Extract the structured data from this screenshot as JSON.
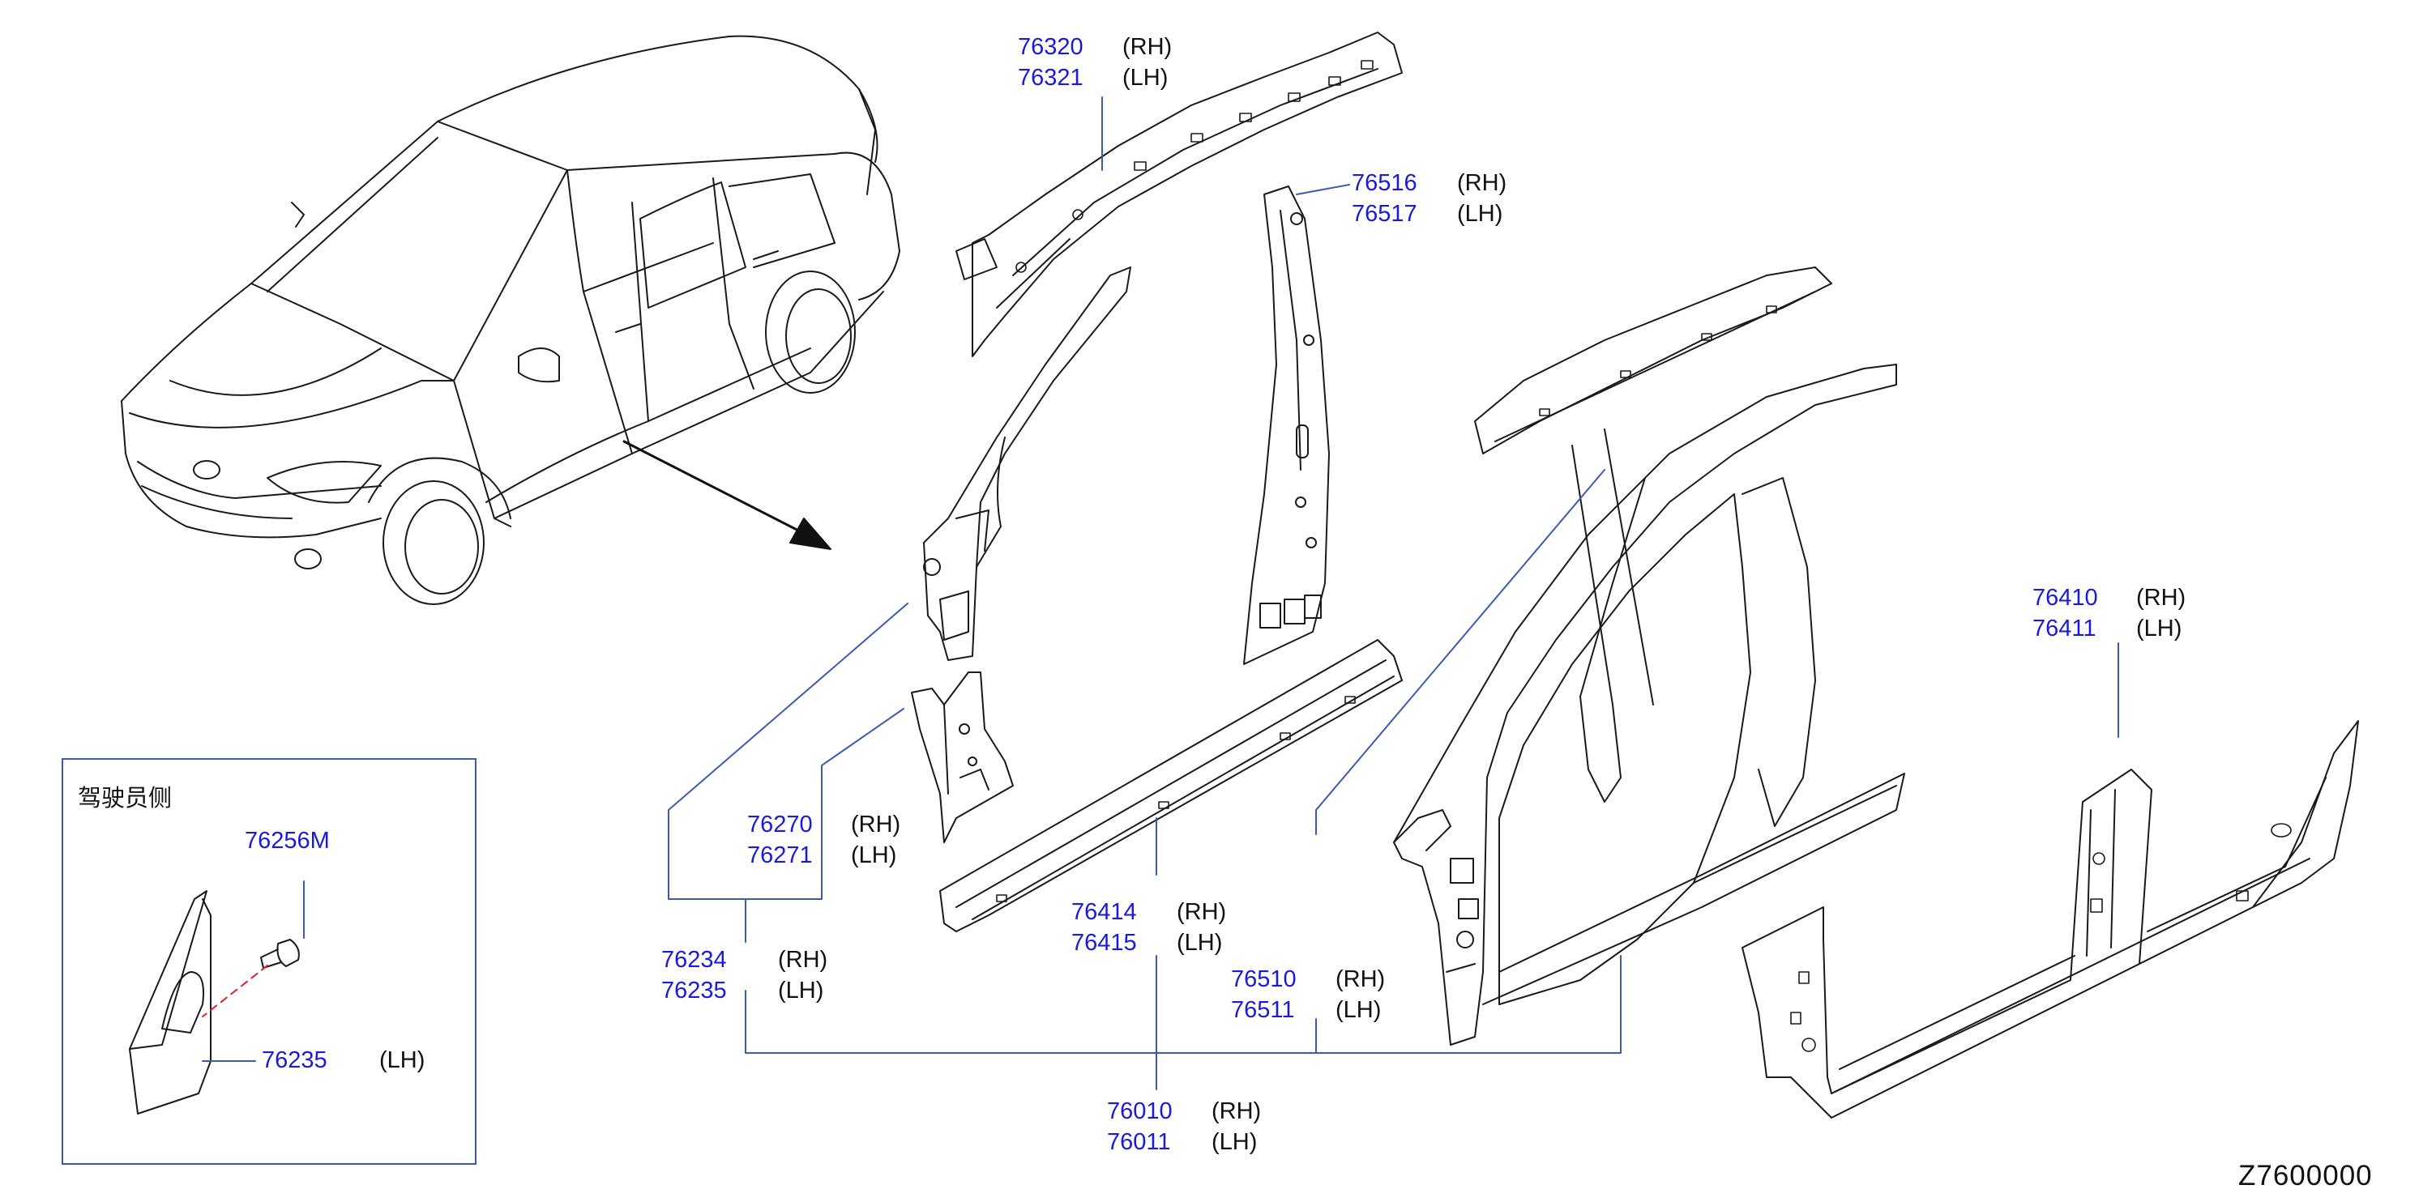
{
  "diagram_code": "Z7600000",
  "inset": {
    "title": "驾驶员侧"
  },
  "side_labels": {
    "rh": "(RH)",
    "lh": "(LH)"
  },
  "callouts": {
    "c76320": {
      "rh_part": "76320",
      "lh_part": "76321"
    },
    "c76516": {
      "rh_part": "76516",
      "lh_part": "76517"
    },
    "c76410": {
      "rh_part": "76410",
      "lh_part": "76411"
    },
    "c76270": {
      "rh_part": "76270",
      "lh_part": "76271"
    },
    "c76234": {
      "rh_part": "76234",
      "lh_part": "76235"
    },
    "c76414": {
      "rh_part": "76414",
      "lh_part": "76415"
    },
    "c76510": {
      "rh_part": "76510",
      "lh_part": "76511"
    },
    "c76010": {
      "rh_part": "76010",
      "lh_part": "76011"
    },
    "inset_clip": {
      "part": "76256M"
    },
    "inset_panel": {
      "part": "76235",
      "side": "(LH)"
    }
  },
  "colors": {
    "part_number": "#1a1adb",
    "leader_line": "#3a5bb0",
    "drawing_line": "#1a1a1a",
    "dashed_hint": "#e0202a"
  }
}
